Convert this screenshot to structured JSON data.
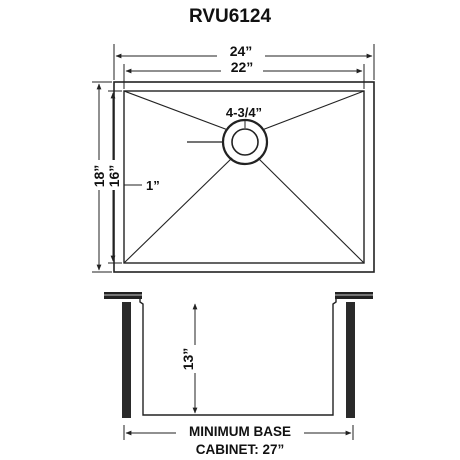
{
  "title": "RVU6124",
  "dimensions": {
    "outer_width": "24”",
    "inner_width": "22”",
    "outer_depth": "18”",
    "inner_depth": "16”",
    "corner_offset": "1”",
    "drain_offset": "4-3/4”",
    "bowl_depth": "13”"
  },
  "cabinet_note": {
    "line1": "MINIMUM BASE",
    "line2": "CABINET: 27”"
  }
}
